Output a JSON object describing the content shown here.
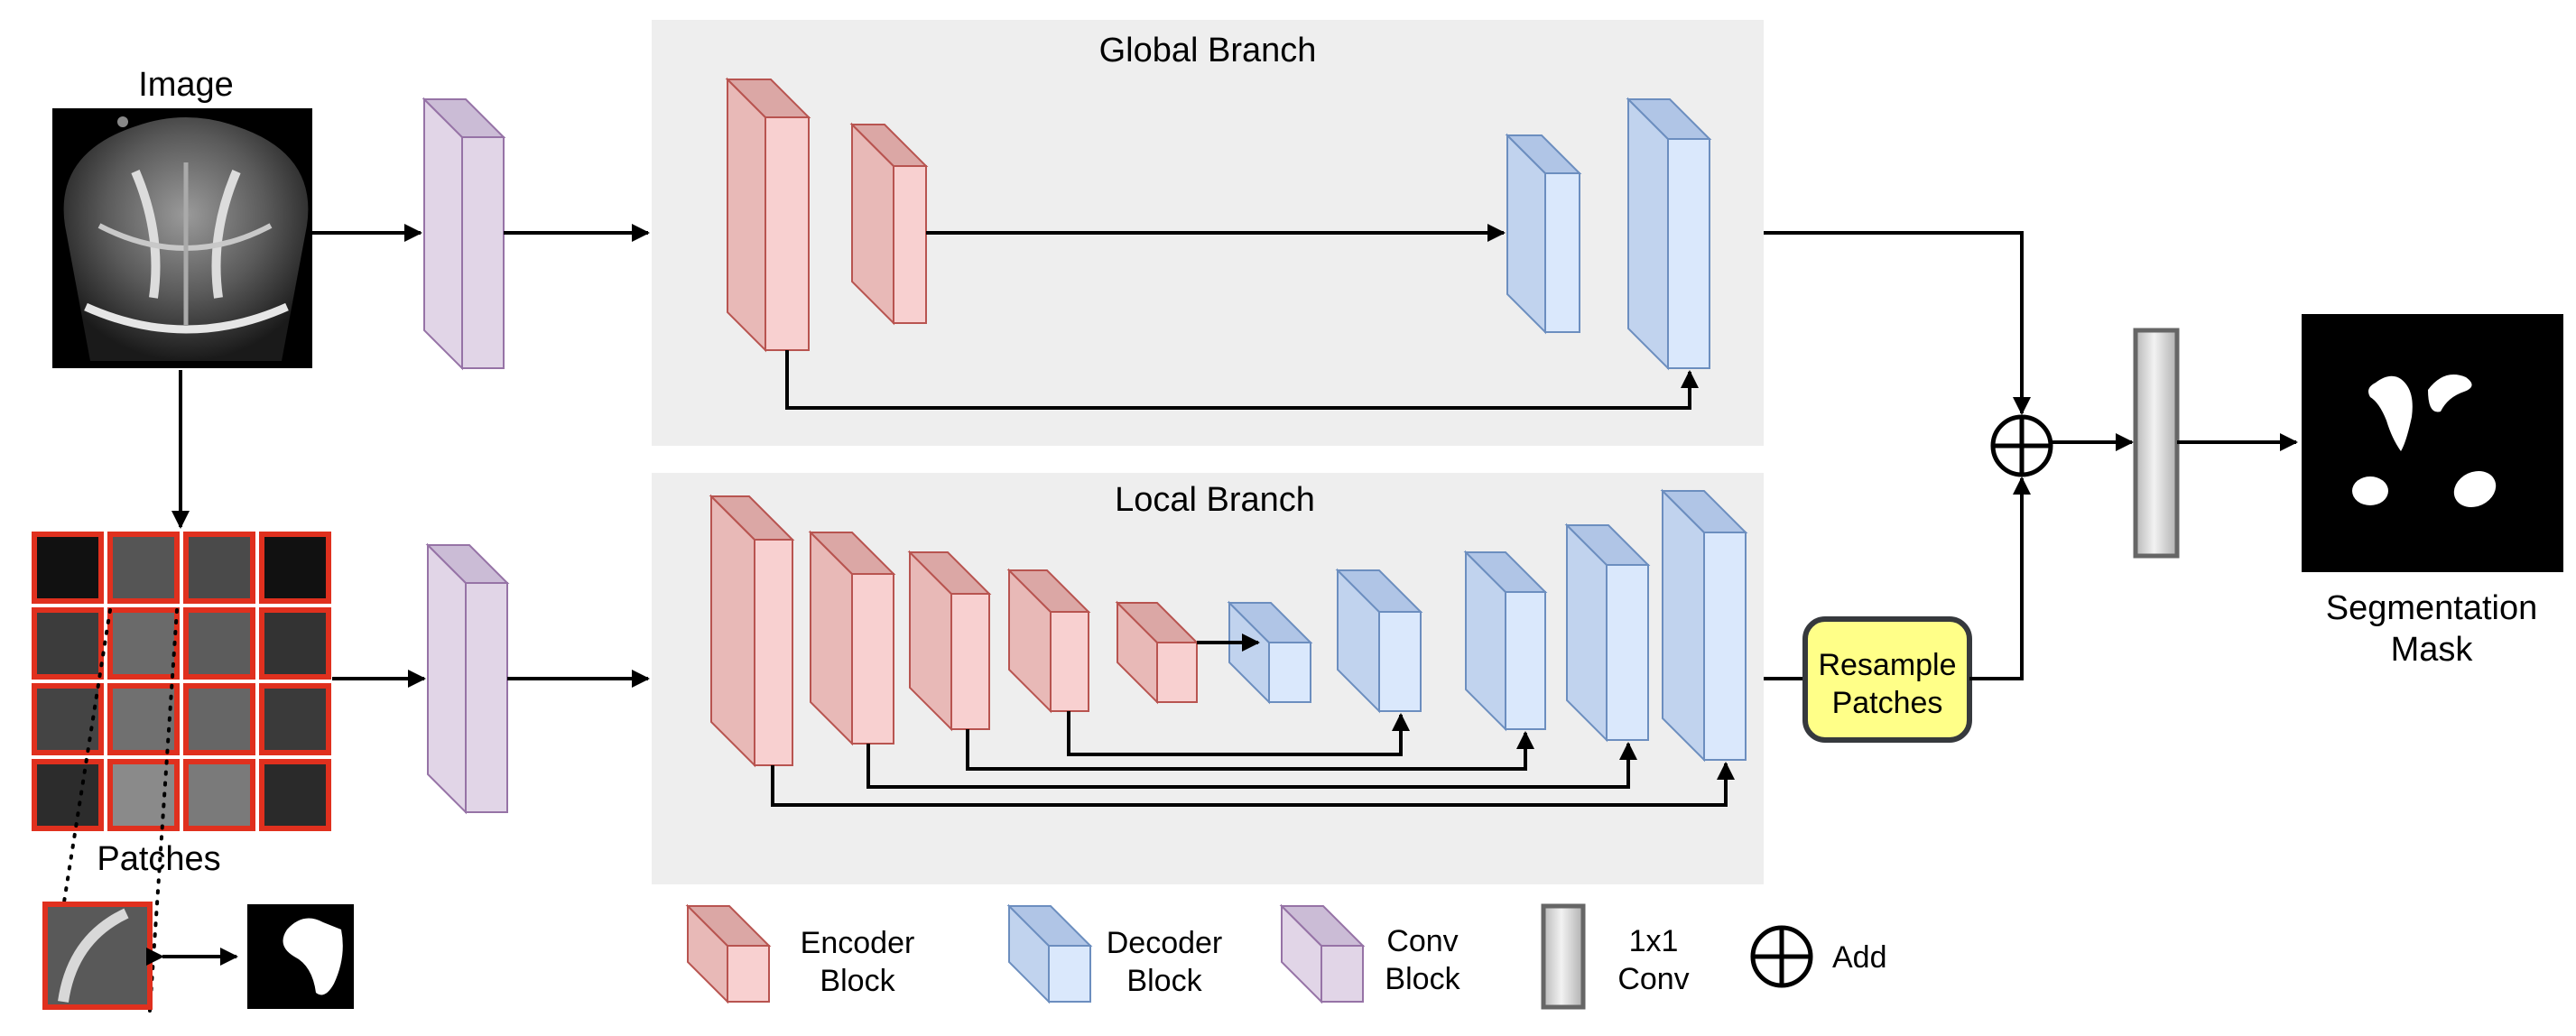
{
  "labels": {
    "image": "Image",
    "patches": "Patches",
    "global_branch": "Global Branch",
    "local_branch": "Local Branch",
    "segmentation_line1": "Segmentation",
    "segmentation_line2": "Mask",
    "resample_line1": "Resample",
    "resample_line2": "Patches"
  },
  "legend": {
    "encoder_line1": "Encoder",
    "encoder_line2": "Block",
    "decoder_line1": "Decoder",
    "decoder_line2": "Block",
    "conv_line1": "Conv",
    "conv_line2": "Block",
    "onebyone_line1": "1x1",
    "onebyone_line2": "Conv",
    "add": "Add"
  },
  "colors": {
    "encoder_front": "#f8d0d0",
    "encoder_side": "#e2b0b0",
    "encoder_stroke": "#b85450",
    "decoder_front": "#dae8fc",
    "decoder_side": "#c1d3ee",
    "decoder_stroke": "#6c8ebf",
    "conv_front": "#e1d5e7",
    "conv_side": "#cbbcd6",
    "conv_stroke": "#9673a6",
    "branch_bg": "#eeeeee",
    "resample_fill": "#ffff88",
    "patch_border": "#e0301e"
  }
}
